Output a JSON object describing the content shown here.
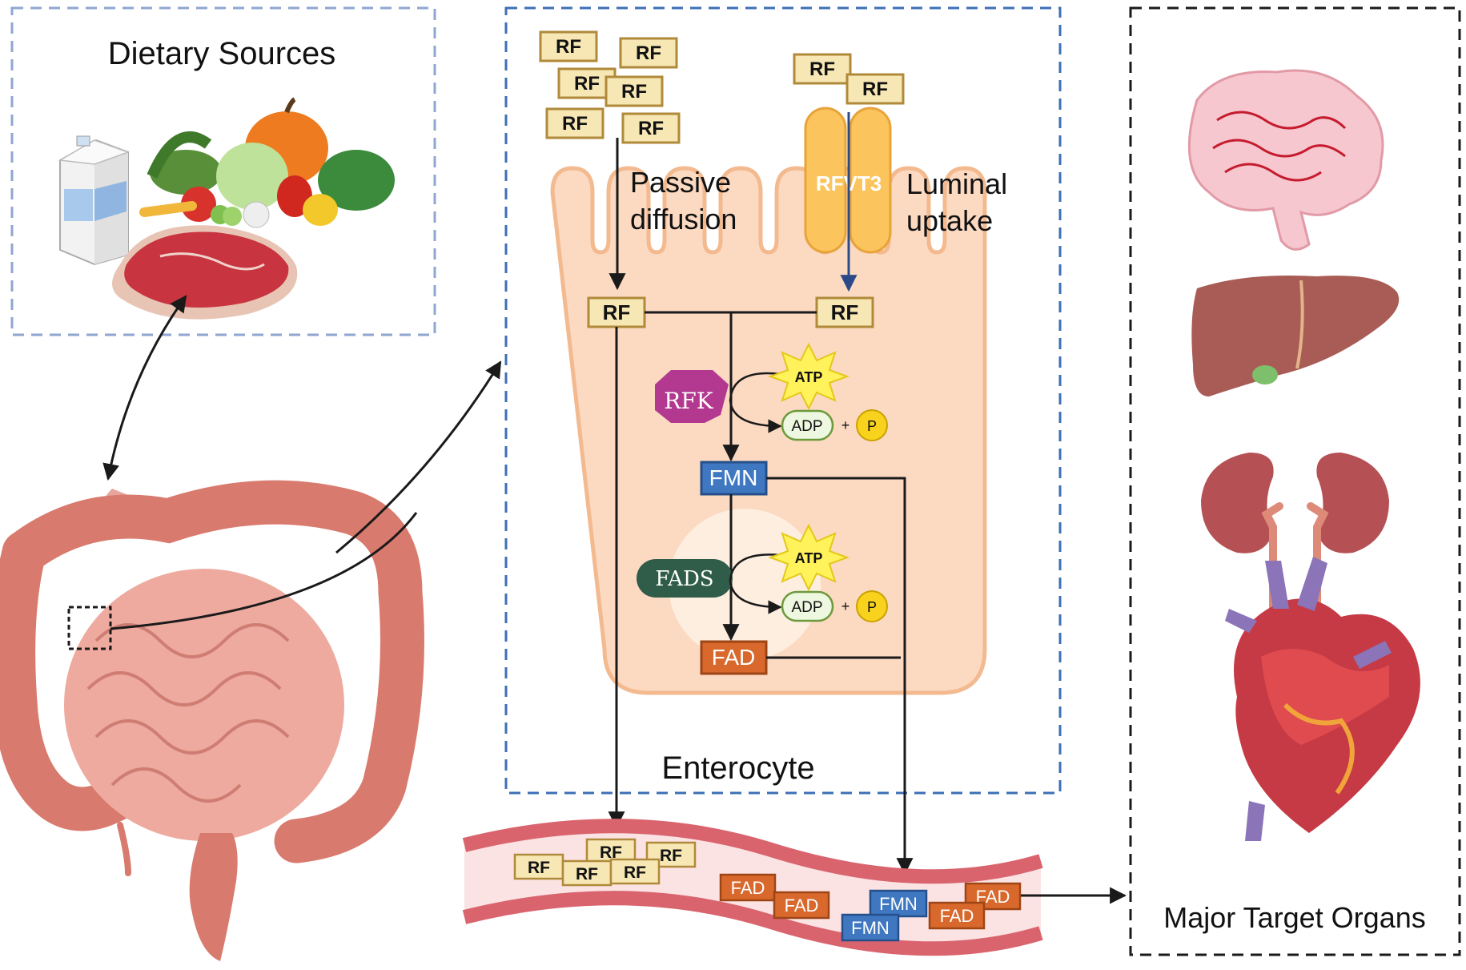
{
  "panels": {
    "dietary_sources": "Dietary Sources",
    "enterocyte": "Enterocyte",
    "target_organs": "Major Target Organs"
  },
  "pathways": {
    "passive_diffusion": [
      "Passive",
      "diffusion"
    ],
    "luminal_uptake": [
      "Luminal",
      "uptake"
    ],
    "transporter": "RFVT3"
  },
  "molecules": {
    "rf": "RF",
    "fmn": "FMN",
    "fad": "FAD",
    "atp": "ATP",
    "adp": "ADP",
    "phosphate": "P",
    "plus": "+"
  },
  "enzymes": {
    "rfk": "RFK",
    "fads": "FADS"
  },
  "colors": {
    "rf_fill": "#f6e7b4",
    "rf_border": "#b08a3a",
    "fmn_fill": "#3f78c1",
    "fad_fill": "#d8682c",
    "rfk_fill": "#b2398f",
    "fads_fill": "#2f5d4a",
    "atp_fill": "#fff25a",
    "p_fill": "#f9d21d",
    "cell_fill": "#fcd9c1",
    "vessel_wall": "#d9646e",
    "dashed_blue": "#3d6fb6"
  }
}
